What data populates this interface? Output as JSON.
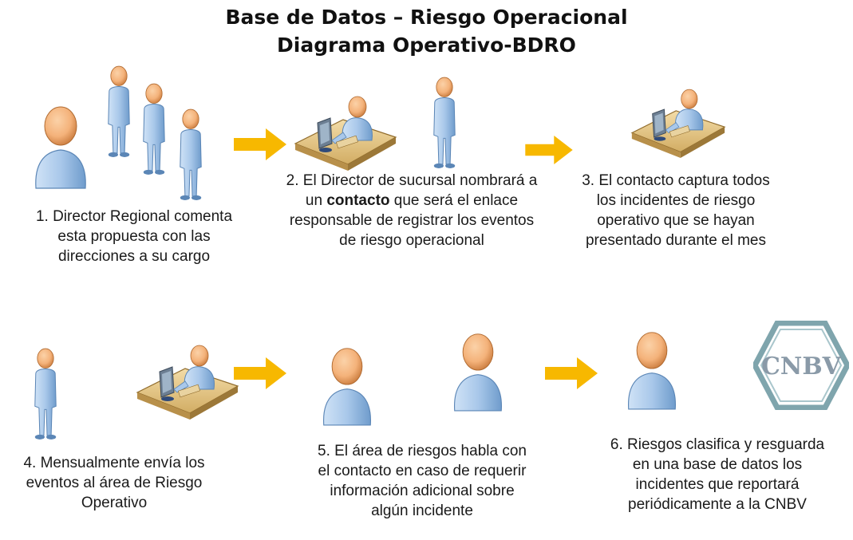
{
  "title": {
    "line1": "Base de Datos – Riesgo Operacional",
    "line2": "Diagrama Operativo-BDRO"
  },
  "steps": [
    {
      "text": "1. Director Regional comenta esta propuesta con las direcciones a su cargo"
    },
    {
      "pre": "2. El Director de sucursal nombrará a un ",
      "bold": "contacto",
      "post": " que será el enlace responsable de registrar los eventos de riesgo operacional"
    },
    {
      "text": "3. El contacto captura todos los incidentes de riesgo operativo que se hayan presentado durante el mes"
    },
    {
      "text": "4. Mensualmente envía los eventos al área de Riesgo Operativo"
    },
    {
      "text": "5. El área de riesgos habla con el contacto en caso de requerir información adicional sobre algún incidente"
    },
    {
      "text": "6. Riesgos clasifica y resguarda en una base de datos los incidentes que reportará periódicamente a la CNBV"
    }
  ],
  "logo": {
    "text": "CNBV"
  },
  "colors": {
    "arrow": "#f7b800",
    "person_body": "#a9c8ea",
    "person_body_dark": "#6f9ccc",
    "person_head": "#f4b27a",
    "person_head_dark": "#d98a4c",
    "desk": "#e8c98a",
    "desk_dark": "#b8904a",
    "logo_ring": "#7fa5ad",
    "logo_text": "#8a9aa8"
  },
  "icons": [
    "person-icon",
    "person-at-desk-icon",
    "right-arrow-icon",
    "cnbv-logo"
  ]
}
